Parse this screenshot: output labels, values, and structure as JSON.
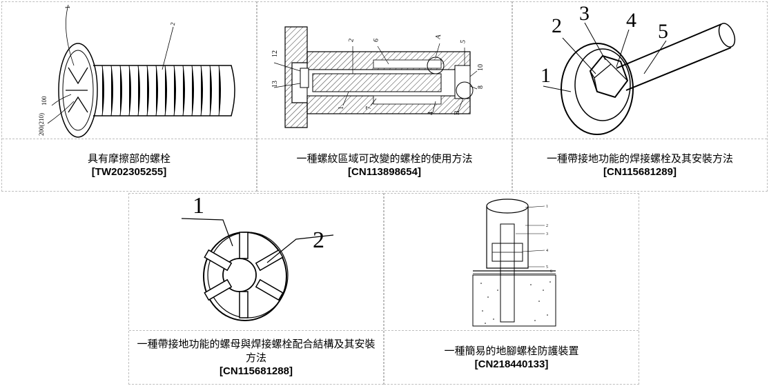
{
  "patents": [
    {
      "title": "具有摩擦部的螺栓",
      "number": "[TW202305255]",
      "labels": {
        "a": "1",
        "b": "2",
        "c": "100",
        "d": "200(210)"
      }
    },
    {
      "title": "一種螺紋區域可改變的螺栓的使用方法",
      "number": "[CN113898654]",
      "labels": {
        "a": "12",
        "b": "2",
        "c": "6",
        "d": "A",
        "e": "5",
        "f": "13",
        "g": "10",
        "h": "8",
        "i": "1",
        "j": "7",
        "k": "4",
        "l": "B"
      }
    },
    {
      "title": "一種帶接地功能的焊接螺栓及其安裝方法",
      "number": "[CN115681289]",
      "labels": {
        "a": "2",
        "b": "3",
        "c": "4",
        "d": "5",
        "e": "1"
      }
    },
    {
      "title": "一種帶接地功能的螺母與焊接螺栓配合結構及其安裝方法",
      "number": "[CN115681288]",
      "labels": {
        "a": "1",
        "b": "2"
      }
    },
    {
      "title": "一種簡易的地腳螺栓防護裝置",
      "number": "[CN218440133]",
      "labels": {
        "a": "1",
        "b": "2",
        "c": "3",
        "d": "4",
        "e": "5",
        "f": "6"
      }
    }
  ]
}
